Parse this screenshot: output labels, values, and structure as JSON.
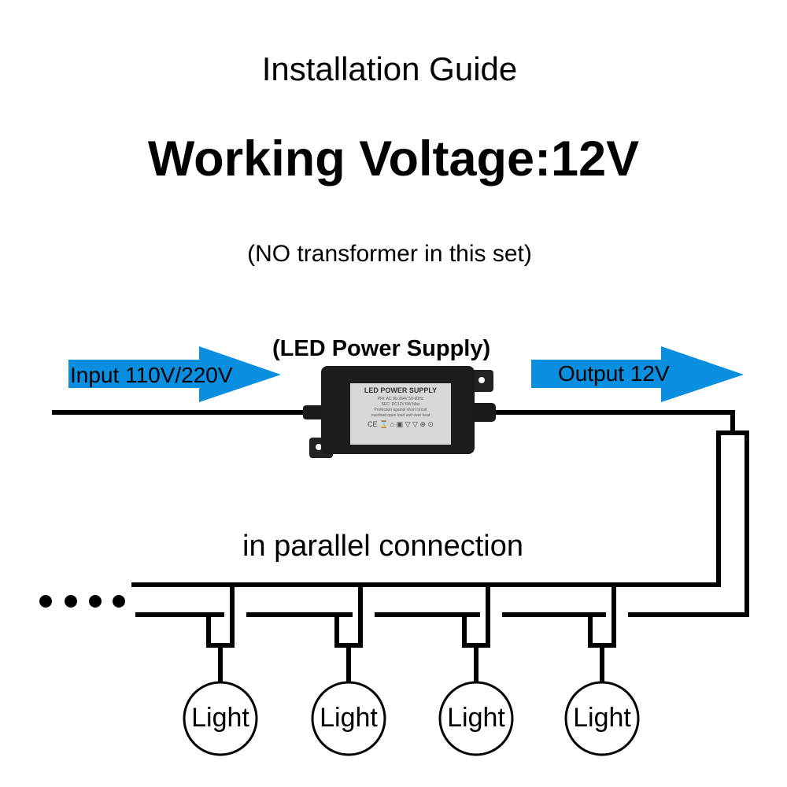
{
  "header": {
    "title": "Installation Guide",
    "headline": "Working Voltage:12V",
    "note": "(NO transformer in this set)"
  },
  "power_supply": {
    "caption": "(LED Power Supply)",
    "label_title": "LED POWER SUPPLY",
    "label_line1": "PRI: AC 90-264V  50-60Hz",
    "label_line2": "SEC: DC12V        6W Max",
    "label_line3": "Protection against short circuit",
    "label_line4": "overload open load and over heat",
    "label_marks": "CE ⌛ ⌂ ▣ ▽ ▽ ⊕ ⊙"
  },
  "arrows": {
    "input_label": "Input 110V/220V",
    "output_label": "Output 12V",
    "color": "#0a8fe0"
  },
  "wiring": {
    "caption": "in parallel connection",
    "continuation_marks": "....",
    "lights": [
      {
        "label": "Light"
      },
      {
        "label": "Light"
      },
      {
        "label": "Light"
      },
      {
        "label": "Light"
      }
    ]
  }
}
